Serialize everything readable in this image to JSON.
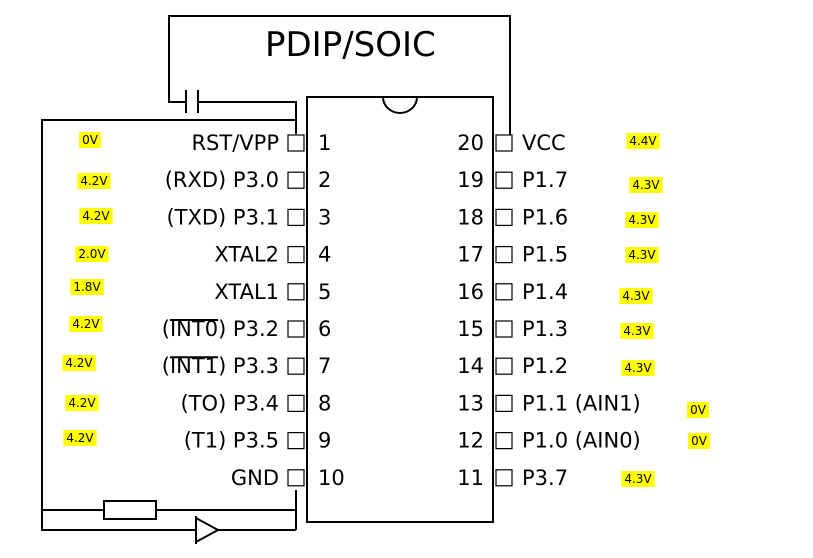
{
  "title": "PDIP/SOIC",
  "left_pins": [
    {
      "num": "1",
      "name": "RST/VPP",
      "voltage": "0V"
    },
    {
      "num": "2",
      "name": "(RXD) P3.0",
      "voltage": "4.2V"
    },
    {
      "num": "3",
      "name": "(TXD) P3.1",
      "voltage": "4.2V"
    },
    {
      "num": "4",
      "name": "XTAL2",
      "voltage": "2.0V"
    },
    {
      "num": "5",
      "name": "XTAL1",
      "voltage": "1.8V"
    },
    {
      "num": "6",
      "name": "(INT0) P3.2",
      "voltage": "4.2V",
      "overline": "INT0",
      "prefix": "(",
      "suffix": ") P3.2"
    },
    {
      "num": "7",
      "name": "(INT1) P3.3",
      "voltage": "4.2V",
      "overline": "INT1",
      "prefix": "(",
      "suffix": ") P3.3"
    },
    {
      "num": "8",
      "name": "(TO) P3.4",
      "voltage": "4.2V"
    },
    {
      "num": "9",
      "name": "(T1) P3.5",
      "voltage": "4.2V"
    },
    {
      "num": "10",
      "name": "GND",
      "voltage": ""
    }
  ],
  "right_pins": [
    {
      "num": "20",
      "name": "VCC",
      "voltage": "4.4V"
    },
    {
      "num": "19",
      "name": "P1.7",
      "voltage": "4.3V"
    },
    {
      "num": "18",
      "name": "P1.6",
      "voltage": "4.3V"
    },
    {
      "num": "17",
      "name": "P1.5",
      "voltage": "4.3V"
    },
    {
      "num": "16",
      "name": "P1.4",
      "voltage": "4.3V"
    },
    {
      "num": "15",
      "name": "P1.3",
      "voltage": "4.3V"
    },
    {
      "num": "14",
      "name": "P1.2",
      "voltage": "4.3V"
    },
    {
      "num": "13",
      "name": "P1.1 (AIN1)",
      "voltage": "0V"
    },
    {
      "num": "12",
      "name": "P1.0 (AIN0)",
      "voltage": "0V"
    },
    {
      "num": "11",
      "name": "P3.7",
      "voltage": "4.3V"
    }
  ],
  "colors": {
    "highlight": "#ffff00",
    "line": "#000000"
  }
}
